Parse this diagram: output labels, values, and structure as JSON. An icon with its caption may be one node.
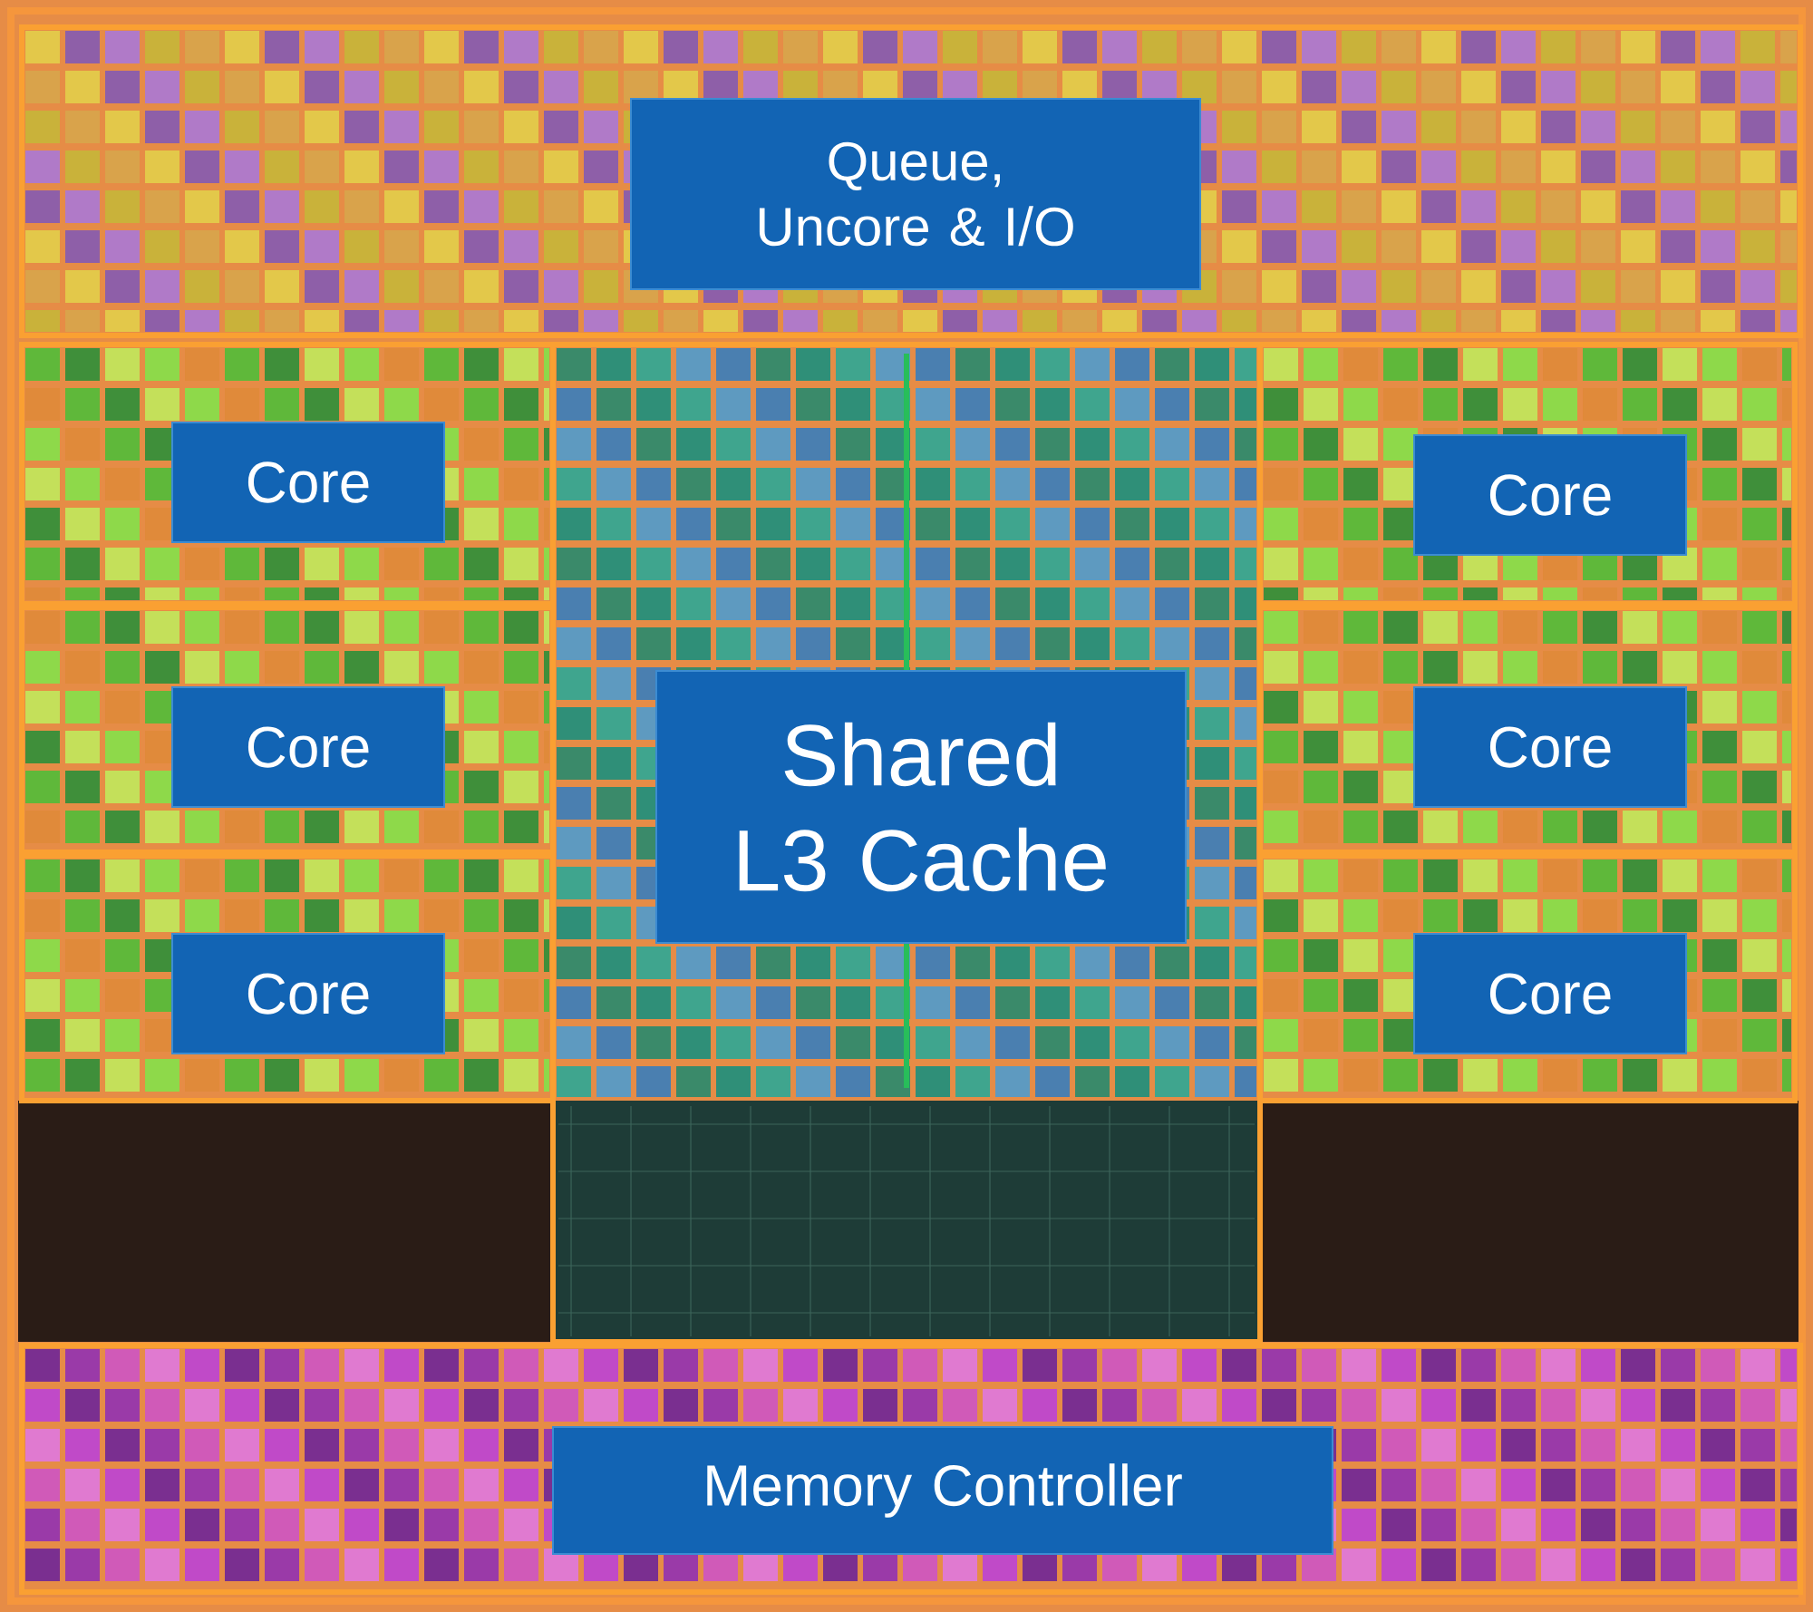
{
  "diagram": {
    "nodes": [
      {
        "text": [
          "Queue, Uncore & I/O"
        ]
      },
      {
        "text": [
          "Core"
        ]
      },
      {
        "text": [
          "Core"
        ]
      },
      {
        "text": [
          "Core"
        ]
      },
      {
        "text": [
          "Shared L3 Cache"
        ]
      },
      {
        "text": [
          "Core"
        ]
      },
      {
        "text": [
          "Core"
        ]
      },
      {
        "text": [
          "Core"
        ]
      },
      {
        "text": [
          "Memory Controller"
        ]
      }
    ]
  }
}
